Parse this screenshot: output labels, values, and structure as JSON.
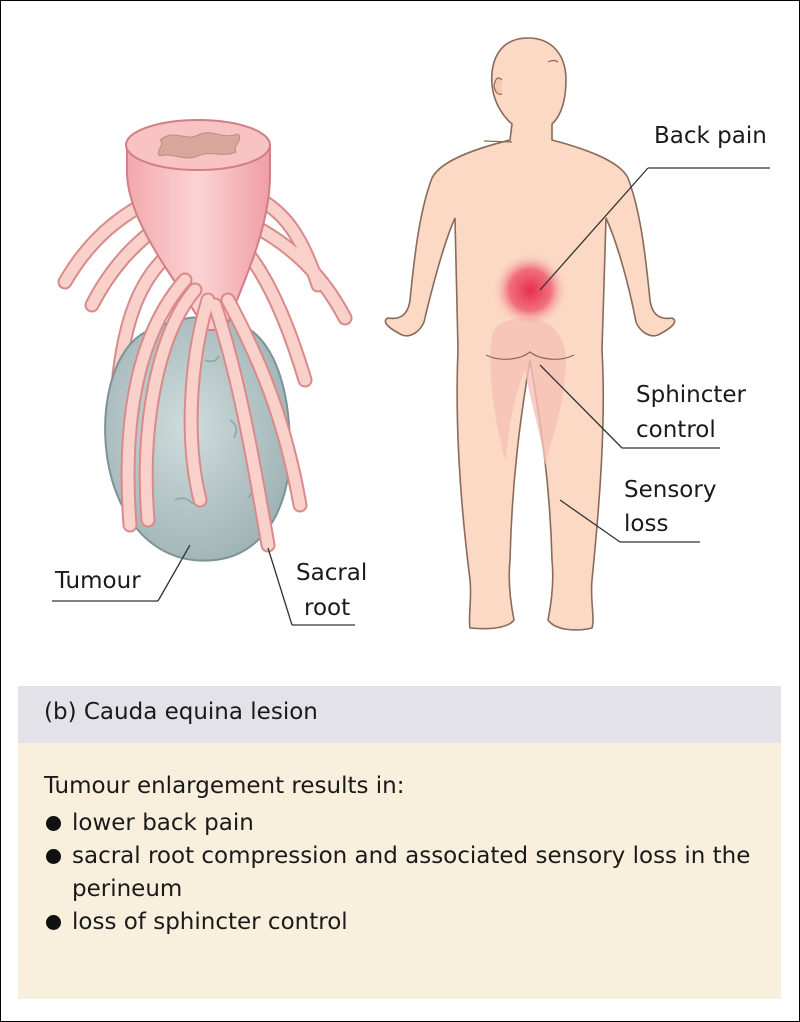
{
  "labels": {
    "back_pain": "Back pain",
    "sphincter_control": [
      "Sphincter",
      "control"
    ],
    "sensory_loss": [
      "Sensory",
      "loss"
    ],
    "tumour": "Tumour",
    "sacral_root": [
      "Sacral",
      "root"
    ]
  },
  "caption": "(b) Cauda equina lesion",
  "text": {
    "intro": "Tumour enlargement results in:",
    "bullets": [
      "lower back pain",
      "sacral root compression and associated sensory loss in the perineum",
      "loss of sphincter control"
    ]
  },
  "colors": {
    "skin": "#fbd9c4",
    "cord": "#f5b8b9",
    "tumour": "#b9c9ca",
    "root": "#f4b5ae",
    "pain": "#e8445a",
    "sensory": "#f6c0b6",
    "caption_bg": "#e3e2e8",
    "text_bg": "#f8f0dc"
  }
}
